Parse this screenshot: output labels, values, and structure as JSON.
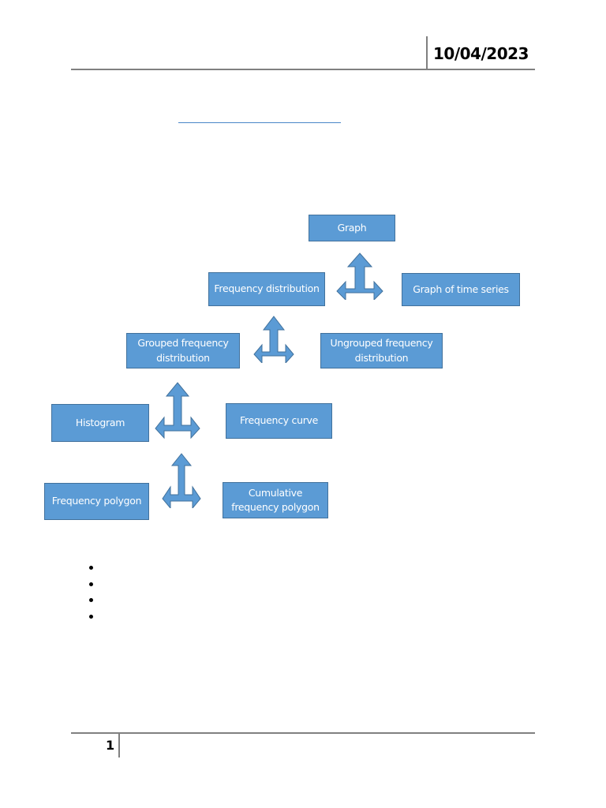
{
  "header": {
    "date": "10/04/2023"
  },
  "diagram": {
    "graph": "Graph",
    "frequency_distribution": "Frequency distribution",
    "graph_of_time_series": "Graph of time series",
    "grouped_frequency_distribution": "Grouped frequency\ndistribution",
    "ungrouped_frequency_distribution": "Ungrouped frequency\ndistribution",
    "histogram": "Histogram",
    "frequency_curve": "Frequency curve",
    "frequency_polygon": "Frequency polygon",
    "cumulative_frequency_polygon": "Cumulative\nfrequency polygon"
  },
  "colors": {
    "box_fill": "#5b9bd5",
    "box_border": "#41719c",
    "link": "#4a86c8"
  },
  "footer": {
    "page_number": "1"
  }
}
